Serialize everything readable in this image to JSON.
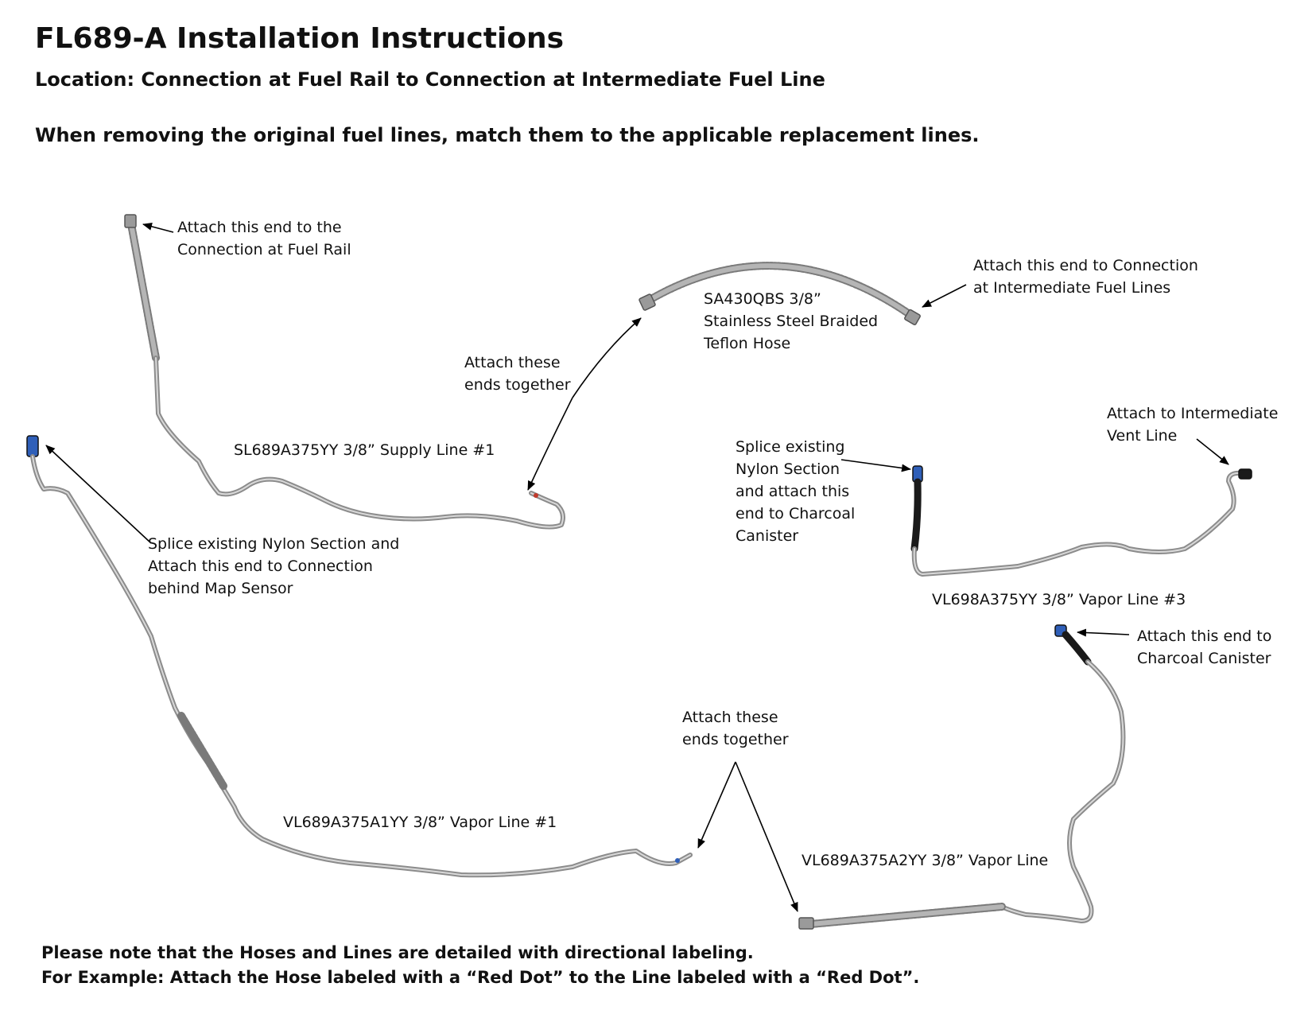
{
  "header": {
    "title": "FL689-A Installation Instructions",
    "location": "Location: Connection at Fuel Rail to Connection at Intermediate Fuel Line",
    "instruction": "When removing the original fuel lines, match them to the applicable replacement lines."
  },
  "labels": {
    "fuel_rail": [
      "Attach this end to the",
      "Connection at Fuel Rail"
    ],
    "hose_sa430": [
      "SA430QBS 3/8”",
      "Stainless Steel Braided",
      "Teflon Hose"
    ],
    "intermediate_fuel": [
      "Attach this end to Connection",
      "at Intermediate Fuel Lines"
    ],
    "attach_together_1": [
      "Attach these",
      "ends together"
    ],
    "supply_line": "SL689A375YY 3/8” Supply Line #1",
    "splice_map_sensor": [
      "Splice existing Nylon Section and",
      "Attach this end to Connection",
      "behind Map Sensor"
    ],
    "splice_charcoal": [
      "Splice existing",
      "Nylon Section",
      "and attach this",
      "end to Charcoal",
      "Canister"
    ],
    "intermediate_vent": [
      "Attach to Intermediate",
      "Vent Line"
    ],
    "vapor_line_3": "VL698A375YY 3/8” Vapor Line #3",
    "charcoal_canister": [
      "Attach this end to",
      "Charcoal Canister"
    ],
    "attach_together_2": [
      "Attach these",
      "ends together"
    ],
    "vapor_line_1": "VL689A375A1YY  3/8” Vapor Line #1",
    "vapor_line_a2": "VL689A375A2YY 3/8”  Vapor Line"
  },
  "footer": {
    "note_1": "Please note that the Hoses and Lines are detailed with directional labeling.",
    "note_2": "For Example: Attach the Hose labeled with a “Red Dot” to the Line labeled with a “Red Dot”."
  },
  "colors": {
    "tube": "#8c8c8c",
    "nylon": "#1a1a1a",
    "blue_fitting": "#2f5fb8",
    "red_dot": "#c0392b"
  }
}
